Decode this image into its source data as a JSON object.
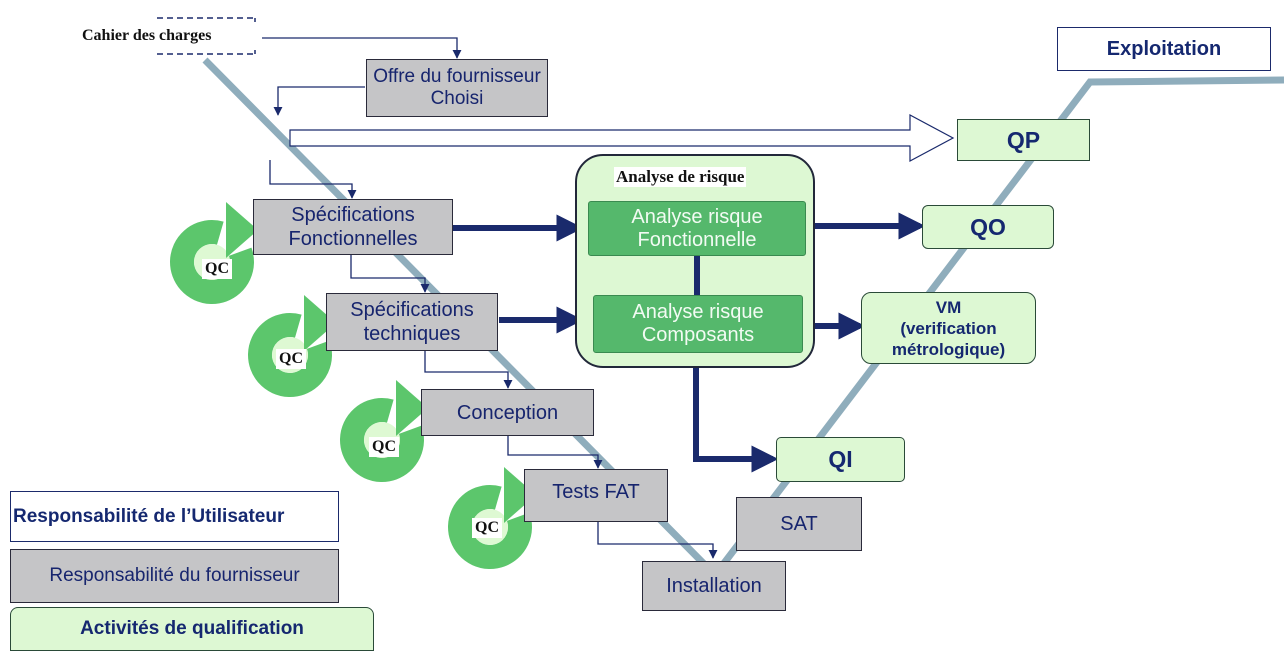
{
  "nodes": {
    "cahier": "Cahier des charges",
    "offre": "Offre du fournisseur\nChoisi",
    "spec_fonc": "Spécifications\nFonctionnelles",
    "spec_tech": "Spécifications\ntechniques",
    "conception": "Conception",
    "tests_fat": "Tests FAT",
    "installation": "Installation",
    "sat": "SAT",
    "exploitation": "Exploitation",
    "qp": "QP",
    "qo": "QO",
    "qi": "QI",
    "vm": "VM\n(verification\nmétrologique)"
  },
  "risk": {
    "title": "Analyse de risque",
    "fonctionnelle": "Analyse risque\nFonctionnelle",
    "composants": "Analyse risque\nComposants"
  },
  "qc_label": "QC",
  "legend": {
    "utilisateur": "Responsabilité de l’Utilisateur",
    "fournisseur": "Responsabilité du fournisseur",
    "qualification": "Activités de qualification"
  },
  "colors": {
    "v_line": "#8fadbc",
    "arrow_dark": "#1a2a6c",
    "qc_green": "#5cc66c",
    "qc_light": "#def9d3"
  }
}
